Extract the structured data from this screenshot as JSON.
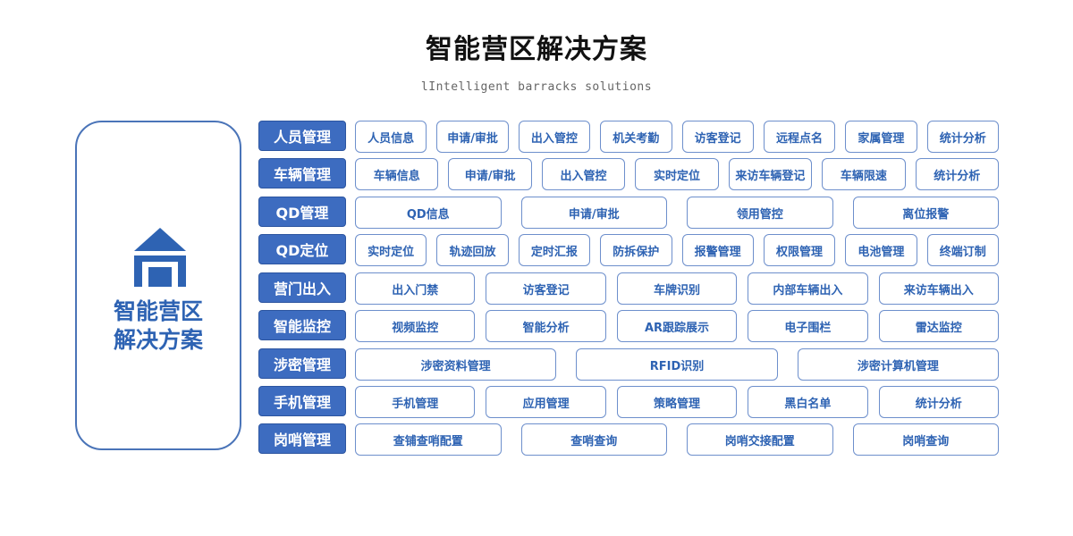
{
  "title": "智能营区解决方案",
  "subtitle": "lIntelligent barracks solutions",
  "left_panel": {
    "icon": "house-icon",
    "lines": [
      "智能营区",
      "解决方案"
    ]
  },
  "colors": {
    "accent": "#3d6cc0",
    "item_border": "#6d8fcc",
    "item_text": "#2e63b3"
  },
  "rows": [
    {
      "name": "人员管理",
      "items": [
        "人员信息",
        "申请/审批",
        "出入管控",
        "机关考勤",
        "访客登记",
        "远程点名",
        "家属管理",
        "统计分析"
      ]
    },
    {
      "name": "车辆管理",
      "items": [
        "车辆信息",
        "申请/审批",
        "出入管控",
        "实时定位",
        "来访车辆登记",
        "车辆限速",
        "统计分析"
      ]
    },
    {
      "name": "QD管理",
      "items": [
        "QD信息",
        "申请/审批",
        "领用管控",
        "离位报警"
      ]
    },
    {
      "name": "QD定位",
      "items": [
        "实时定位",
        "轨迹回放",
        "定时汇报",
        "防拆保护",
        "报警管理",
        "权限管理",
        "电池管理",
        "终端订制"
      ]
    },
    {
      "name": "营门出入",
      "items": [
        "出入门禁",
        "访客登记",
        "车牌识别",
        "内部车辆出入",
        "来访车辆出入"
      ]
    },
    {
      "name": "智能监控",
      "items": [
        "视频监控",
        "智能分析",
        "AR跟踪展示",
        "电子围栏",
        "雷达监控"
      ]
    },
    {
      "name": "涉密管理",
      "items": [
        "涉密资料管理",
        "RFID识别",
        "涉密计算机管理"
      ]
    },
    {
      "name": "手机管理",
      "items": [
        "手机管理",
        "应用管理",
        "策略管理",
        "黑白名单",
        "统计分析"
      ]
    },
    {
      "name": "岗哨管理",
      "items": [
        "查铺查哨配置",
        "查哨查询",
        "岗哨交接配置",
        "岗哨查询"
      ]
    }
  ]
}
